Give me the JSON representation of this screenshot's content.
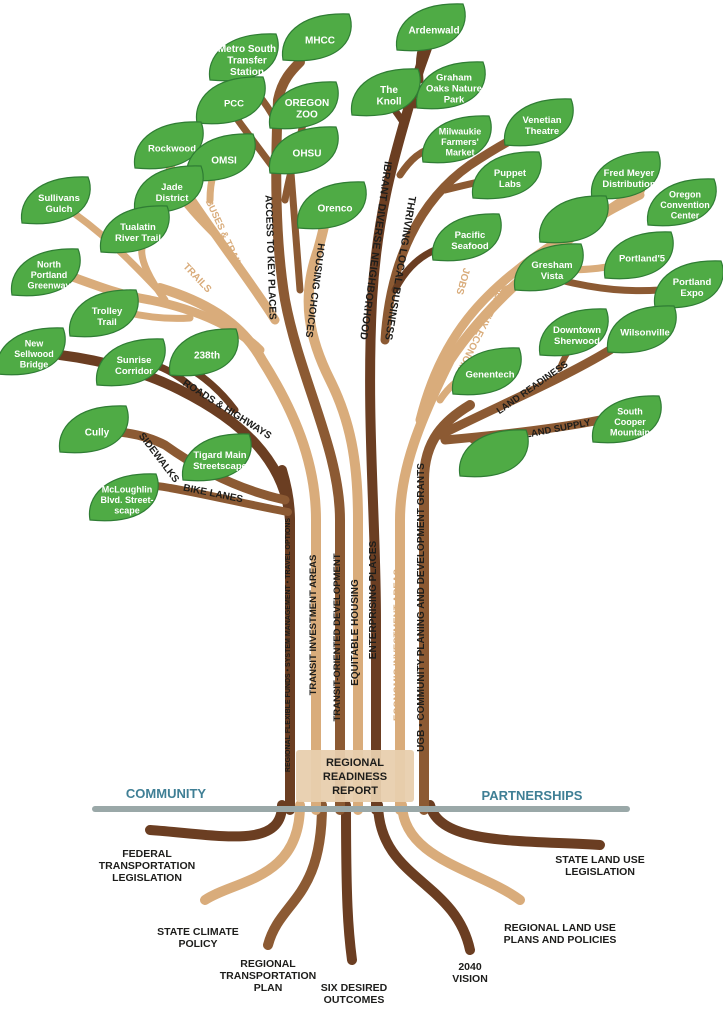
{
  "colors": {
    "dark_brown": "#6b3e22",
    "mid_brown": "#8c5a33",
    "light_tan": "#d9ac7b",
    "leaf_green": "#4fab45",
    "leaf_edge": "#2f7d34",
    "ground": "#9aa8a8",
    "report_box": "#e8cfae",
    "accent_blue": "#3f7f95"
  },
  "ground": {
    "left_label": "COMMUNITY",
    "right_label": "PARTNERSHIPS"
  },
  "report": {
    "line1": "REGIONAL",
    "line2": "READINESS",
    "line3": "REPORT"
  },
  "roots": [
    {
      "id": "federal",
      "lines": [
        "FEDERAL",
        "TRANSPORTATION",
        "LEGISLATION"
      ]
    },
    {
      "id": "climate",
      "lines": [
        "STATE CLIMATE",
        "POLICY"
      ]
    },
    {
      "id": "rtp",
      "lines": [
        "REGIONAL",
        "TRANSPORTATION",
        "PLAN"
      ]
    },
    {
      "id": "outcomes",
      "lines": [
        "SIX DESIRED",
        "OUTCOMES"
      ]
    },
    {
      "id": "vision",
      "lines": [
        "2040",
        "VISION"
      ]
    },
    {
      "id": "regional_land",
      "lines": [
        "REGIONAL LAND USE",
        "PLANS AND POLICIES"
      ]
    },
    {
      "id": "state_land",
      "lines": [
        "STATE LAND USE",
        "LEGISLATION"
      ]
    }
  ],
  "trunk_labels": [
    "REGIONAL FLEXIBLE FUNDS • SYSTEM MANAGEMENT • TRAVEL OPTIONS",
    "TRANSIT INVESTMENT AREAS",
    "TRANSIT-ORIENTED DEVELOPMENT",
    "EQUITABLE HOUSING",
    "ENTERPRISING PLACES",
    "ECONOMIC INVESTMENT AREAS",
    "UGB • COMMUNITY PLANING AND DEVELOPMENT GRANTS"
  ],
  "branch_labels": [
    "TRAILS",
    "BUSES & TRAINS",
    "ACCESS TO KEY PLACES",
    "HOUSING CHOICES",
    "VIBRANT DIVERSE NEIGHBORHOODS",
    "THRIVING LOCAL BUSINESS",
    "JOBS",
    "HEALTHY ECONOMY",
    "ROADS & HIGHWAYS",
    "SIDEWALKS",
    "BIKE LANES",
    "LAND READINESS",
    "LAND SUPPLY"
  ],
  "leaves": [
    {
      "id": "metro_south",
      "lines": [
        "Metro South",
        "Transfer",
        "Station"
      ]
    },
    {
      "id": "mhcc",
      "lines": [
        "MHCC"
      ]
    },
    {
      "id": "ardenwald",
      "lines": [
        "Ardenwald"
      ]
    },
    {
      "id": "pcc",
      "lines": [
        "PCC"
      ]
    },
    {
      "id": "oregon_zoo",
      "lines": [
        "OREGON",
        "ZOO"
      ]
    },
    {
      "id": "the_knoll",
      "lines": [
        "The",
        "Knoll"
      ]
    },
    {
      "id": "graham_oaks",
      "lines": [
        "Graham",
        "Oaks Nature",
        "Park"
      ]
    },
    {
      "id": "rockwood",
      "lines": [
        "Rockwood"
      ]
    },
    {
      "id": "omsi",
      "lines": [
        "OMSI"
      ]
    },
    {
      "id": "ohsu",
      "lines": [
        "OHSU"
      ]
    },
    {
      "id": "milwaukie",
      "lines": [
        "Milwaukie",
        "Farmers'",
        "Market"
      ]
    },
    {
      "id": "venetian",
      "lines": [
        "Venetian",
        "Theatre"
      ]
    },
    {
      "id": "jade",
      "lines": [
        "Jade",
        "District"
      ]
    },
    {
      "id": "puppet",
      "lines": [
        "Puppet",
        "Labs"
      ]
    },
    {
      "id": "fred_meyer",
      "lines": [
        "Fred Meyer",
        "Distribution"
      ]
    },
    {
      "id": "sullivans",
      "lines": [
        "Sullivans",
        "Gulch"
      ]
    },
    {
      "id": "orenco",
      "lines": [
        "Orenco"
      ]
    },
    {
      "id": "convention",
      "lines": [
        "Oregon",
        "Convention",
        "Center"
      ]
    },
    {
      "id": "tualatin",
      "lines": [
        "Tualatin",
        "River Trail"
      ]
    },
    {
      "id": "pacific_seafood",
      "lines": [
        "Pacific",
        "Seafood"
      ]
    },
    {
      "id": "north_portland",
      "lines": [
        "North",
        "Portland",
        "Greenway"
      ]
    },
    {
      "id": "gresham",
      "lines": [
        "Gresham",
        "Vista"
      ]
    },
    {
      "id": "portland5",
      "lines": [
        "Portland'5"
      ]
    },
    {
      "id": "portland_expo",
      "lines": [
        "Portland",
        "Expo"
      ]
    },
    {
      "id": "trolley",
      "lines": [
        "Trolley",
        "Trail"
      ]
    },
    {
      "id": "new_sellwood",
      "lines": [
        "New",
        "Sellwood",
        "Bridge"
      ]
    },
    {
      "id": "sunrise",
      "lines": [
        "Sunrise",
        "Corridor"
      ]
    },
    {
      "id": "238th",
      "lines": [
        "238th"
      ]
    },
    {
      "id": "downtown_sherwood",
      "lines": [
        "Downtown",
        "Sherwood"
      ]
    },
    {
      "id": "wilsonville",
      "lines": [
        "Wilsonville"
      ]
    },
    {
      "id": "genentech",
      "lines": [
        "Genentech"
      ]
    },
    {
      "id": "south_cooper",
      "lines": [
        "South",
        "Cooper",
        "Mountain"
      ]
    },
    {
      "id": "cully",
      "lines": [
        "Cully"
      ]
    },
    {
      "id": "tigard",
      "lines": [
        "Tigard Main",
        "Streetscape"
      ]
    },
    {
      "id": "mcloughlin",
      "lines": [
        "McLoughlin",
        "Blvd. Street-",
        "scape"
      ]
    },
    {
      "id": "blank_1",
      "lines": []
    },
    {
      "id": "blank_2",
      "lines": []
    }
  ]
}
